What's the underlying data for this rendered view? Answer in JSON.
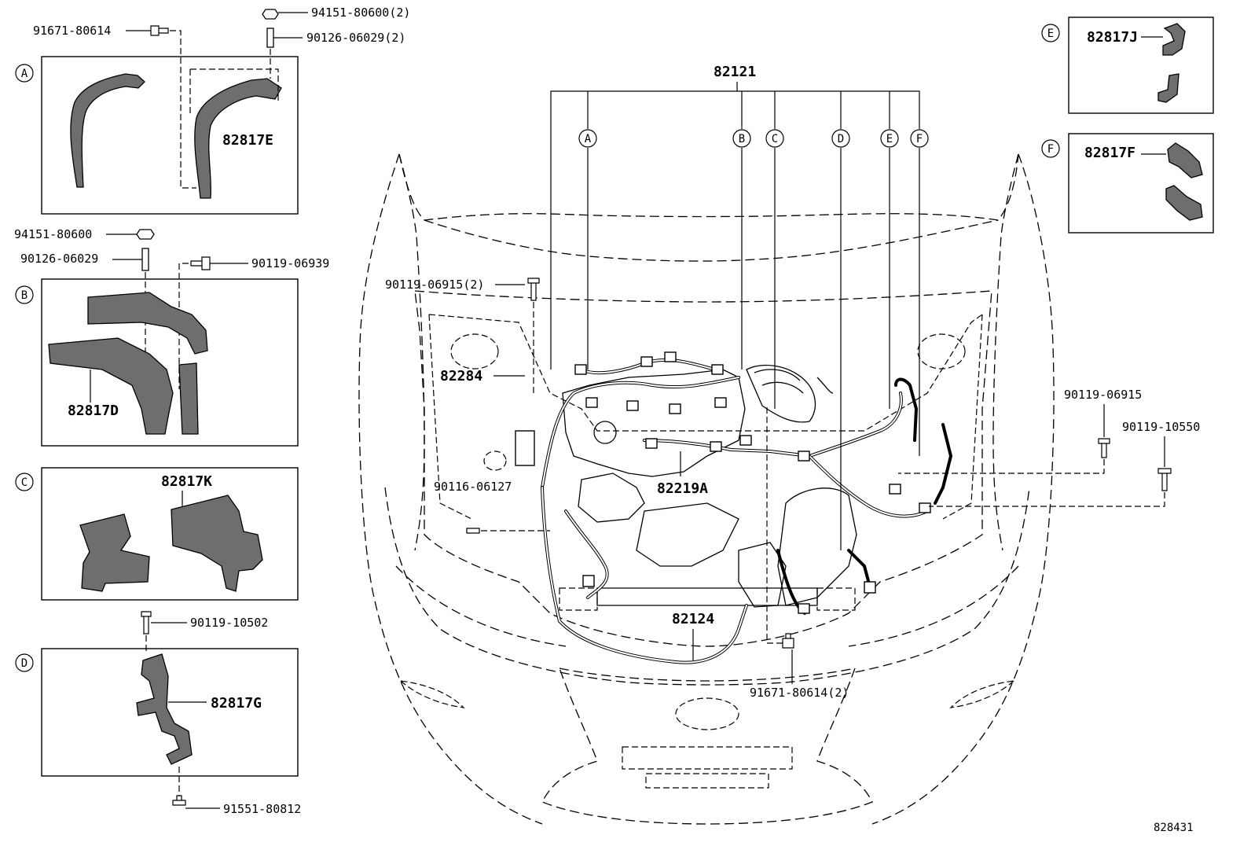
{
  "callouts": {
    "A": "A",
    "B": "B",
    "C": "C",
    "D": "D",
    "E": "E",
    "F": "F"
  },
  "panel_a": {
    "fastener_top": "94151-80600(2)",
    "fastener_stud": "90126-06029(2)",
    "fastener_left": "91671-80614",
    "part": "82817E"
  },
  "panel_b": {
    "fastener_top": "94151-80600",
    "fastener_stud": "90126-06029",
    "fastener_right": "90119-06939",
    "part": "82817D"
  },
  "panel_c": {
    "part": "82817K"
  },
  "panel_d": {
    "fastener_top": "90119-10502",
    "fastener_bottom": "91551-80812",
    "part": "82817G"
  },
  "panel_e": {
    "part": "82817J"
  },
  "panel_f": {
    "part": "82817F"
  },
  "main": {
    "harness_main": "82121",
    "bolt_upper_left": "90119-06915(2)",
    "part_82284": "82284",
    "part_82219a": "82219A",
    "stud_left": "90116-06127",
    "part_82124": "82124",
    "bolt_right_1": "90119-06915",
    "bolt_right_2": "90119-10550",
    "bolt_bottom": "91671-80614(2)"
  },
  "diagram_ref": "828431"
}
